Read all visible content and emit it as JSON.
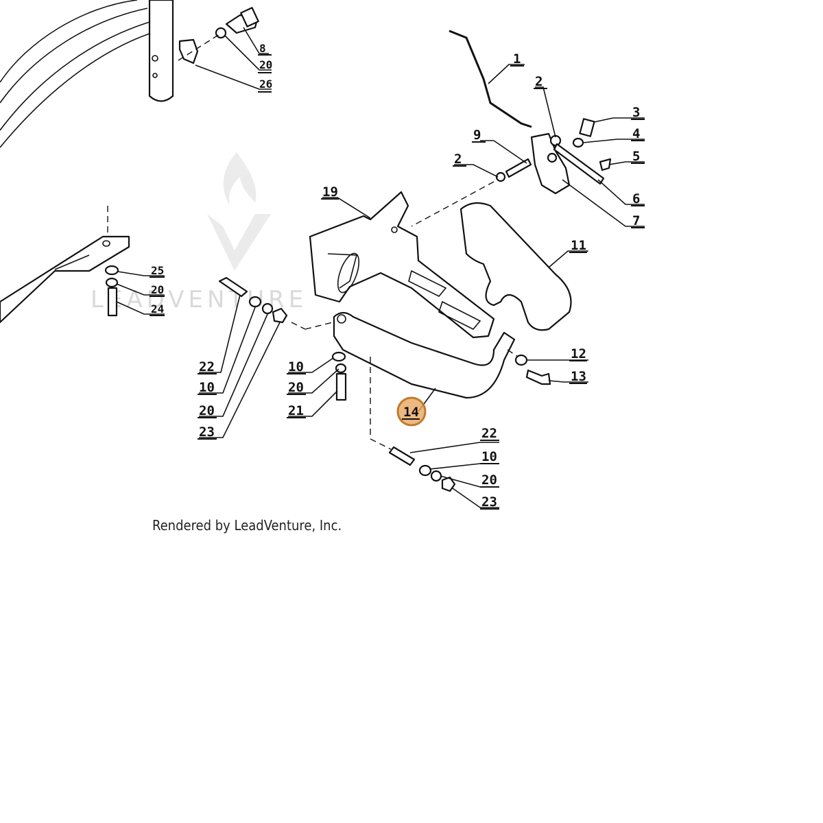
{
  "credit": "Rendered by LeadVenture, Inc.",
  "watermark": "LEADVENTURE",
  "highlight": {
    "callout": "14",
    "color": "#e8a760"
  },
  "callouts": {
    "c1": "1",
    "c2a": "2",
    "c2b": "2",
    "c3": "3",
    "c4": "4",
    "c5": "5",
    "c6": "6",
    "c7": "7",
    "c8": "8",
    "c9": "9",
    "c11": "11",
    "c12": "12",
    "c13": "13",
    "c14": "14",
    "c19": "19",
    "c20top": "20",
    "c26": "26",
    "c25": "25",
    "c20left": "20",
    "c24": "24",
    "c22a": "22",
    "c10a": "10",
    "c20a": "20",
    "c23a": "23",
    "c10b": "10",
    "c20b": "20",
    "c21": "21",
    "c22c": "22",
    "c10c": "10",
    "c20c": "20",
    "c23c": "23"
  }
}
